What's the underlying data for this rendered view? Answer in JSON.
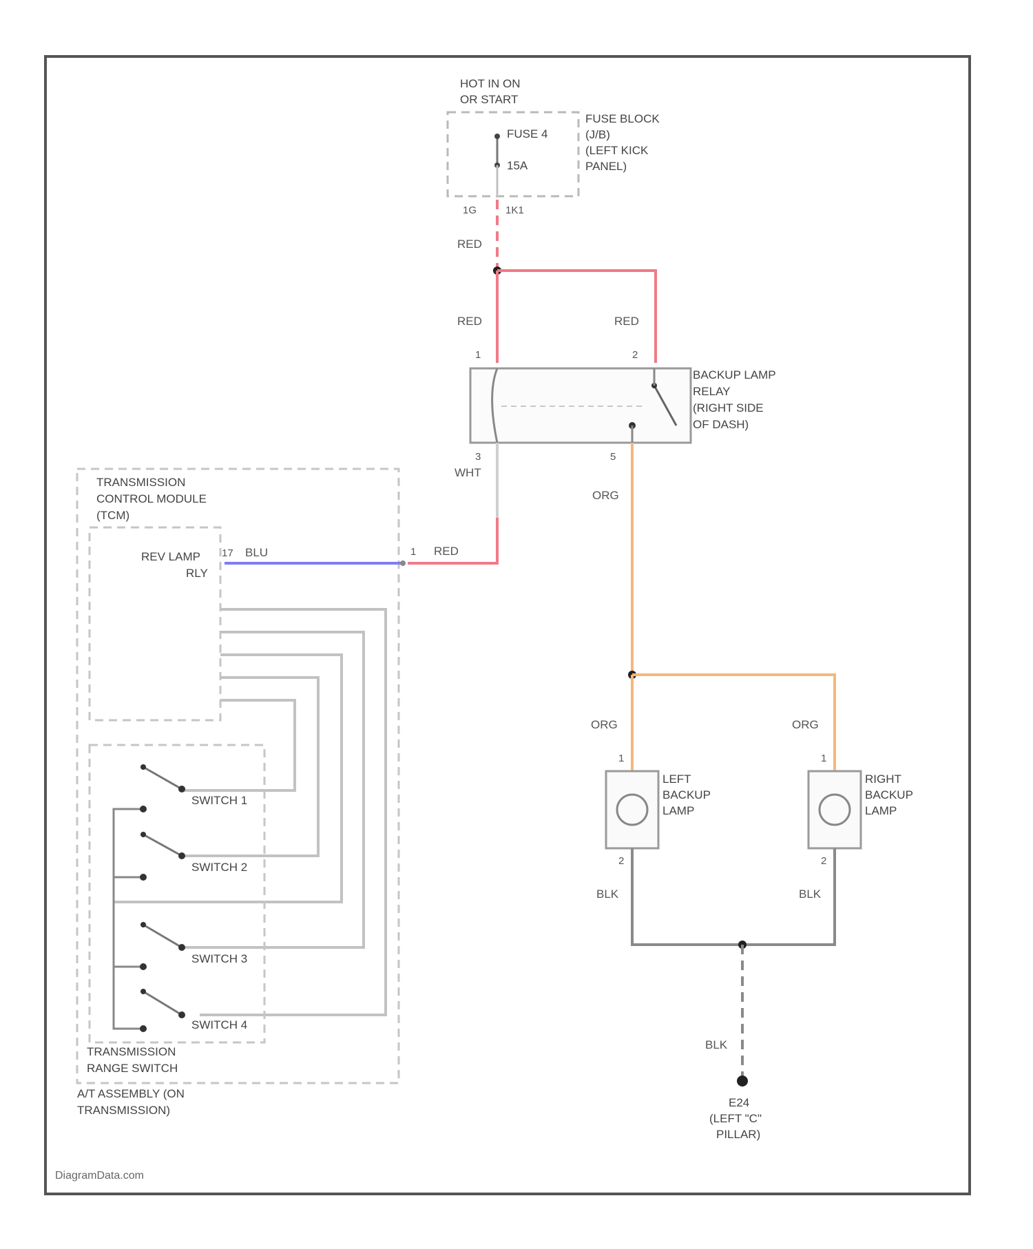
{
  "colors": {
    "red": "#f07a86",
    "blue": "#7c7cf2",
    "orange": "#f6b77a",
    "gray": "#8a8a8a",
    "light_gray": "#c0c0c0",
    "frame": "#555555",
    "dash": "#b9b9b9"
  },
  "power": {
    "line1": "HOT IN ON",
    "line2": "OR START"
  },
  "fuse_block": {
    "fuse_name": "FUSE 4",
    "fuse_rating": "15A",
    "label": [
      "FUSE BLOCK",
      "(J/B)",
      "(LEFT KICK",
      "PANEL)"
    ],
    "connector_left": "1G",
    "connector_right": "1K1"
  },
  "relay": {
    "label": [
      "BACKUP LAMP",
      "RELAY",
      "(RIGHT SIDE",
      "OF DASH)"
    ],
    "pins": {
      "p1": "1",
      "p2": "2",
      "p3": "3",
      "p5": "5"
    }
  },
  "wires": {
    "fuse_out": "RED",
    "left_branch": "RED",
    "right_branch": "RED",
    "relay_coil_out": "WHT",
    "to_tcm": "RED",
    "tcm_blu": "BLU",
    "relay_out": "ORG",
    "to_left_lamp": "ORG",
    "to_right_lamp": "ORG",
    "left_ground": "BLK",
    "right_ground": "BLK",
    "main_ground": "BLK"
  },
  "tcm": {
    "label": [
      "TRANSMISSION",
      "CONTROL MODULE",
      "(TCM)"
    ],
    "rev_lamp": [
      "REV LAMP",
      "RLY"
    ],
    "pin": "17",
    "connector_pin": "1"
  },
  "range_switch": {
    "switches": [
      "SWITCH 1",
      "SWITCH 2",
      "SWITCH 3",
      "SWITCH 4"
    ],
    "label": [
      "TRANSMISSION",
      "RANGE SWITCH"
    ]
  },
  "at_assembly": {
    "label": [
      "A/T ASSEMBLY (ON",
      "TRANSMISSION)"
    ]
  },
  "left_lamp": {
    "label": [
      "LEFT",
      "BACKUP",
      "LAMP"
    ],
    "pin_top": "1",
    "pin_bottom": "2"
  },
  "right_lamp": {
    "label": [
      "RIGHT",
      "BACKUP",
      "LAMP"
    ],
    "pin_top": "1",
    "pin_bottom": "2"
  },
  "ground": {
    "label": [
      "E24",
      "(LEFT \"C\"",
      "PILLAR)"
    ]
  },
  "footer": "DiagramData.com"
}
